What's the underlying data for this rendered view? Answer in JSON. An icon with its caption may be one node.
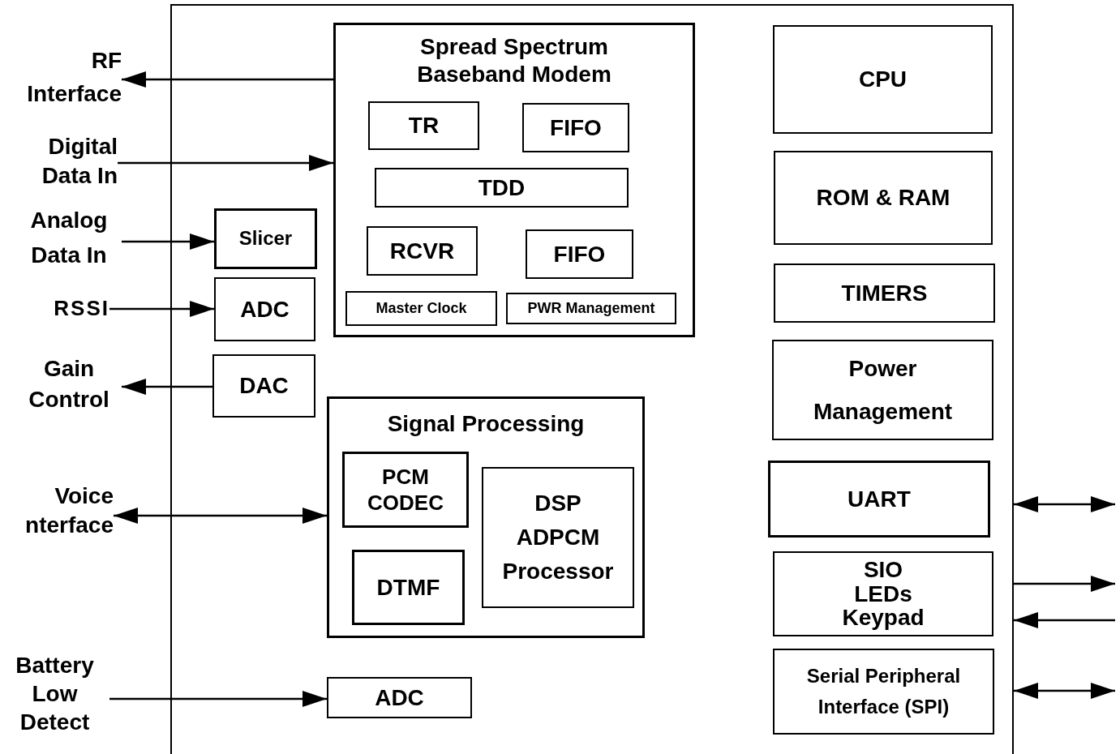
{
  "diagram": {
    "nodes": [
      {
        "text": [],
        "shape": "box"
      },
      {
        "text": [
          "RF Interface"
        ]
      },
      {
        "text": [
          "Digital Data In"
        ]
      },
      {
        "text": [
          "Analog Data In"
        ]
      },
      {
        "text": [
          "RSSI"
        ]
      },
      {
        "text": [
          "Gain Control"
        ]
      },
      {
        "text": [
          "Voice nterface"
        ]
      },
      {
        "text": [
          "Battery Low Detect"
        ]
      },
      {
        "text": [
          "Spread Spectrum Baseband Modem"
        ],
        "in": 0
      },
      {
        "text": [
          "TR"
        ],
        "in": 8
      },
      {
        "text": [
          "FIFO"
        ],
        "in": 8
      },
      {
        "text": [
          "TDD"
        ],
        "in": 8
      },
      {
        "text": [
          "RCVR"
        ],
        "in": 8
      },
      {
        "text": [
          "FIFO"
        ],
        "in": 8
      },
      {
        "text": [
          "Master Clock"
        ],
        "in": 8
      },
      {
        "text": [
          "PWR Management"
        ],
        "in": 8
      },
      {
        "text": [
          "Slicer"
        ],
        "in": 0
      },
      {
        "text": [
          "ADC"
        ],
        "in": 0
      },
      {
        "text": [
          "DAC"
        ],
        "in": 0
      },
      {
        "text": [
          "Signal Processing"
        ],
        "in": 0
      },
      {
        "text": [
          "PCM CODEC"
        ],
        "in": 19
      },
      {
        "text": [
          "DSP ADPCM Processor"
        ],
        "in": 19
      },
      {
        "text": [
          "DTMF"
        ],
        "in": 19
      },
      {
        "text": [
          "ADC"
        ],
        "in": 0
      },
      {
        "text": [
          "CPU"
        ],
        "in": 0
      },
      {
        "text": [
          "ROM & RAM"
        ],
        "in": 0
      },
      {
        "text": [
          "TIMERS"
        ],
        "in": 0
      },
      {
        "text": [
          "Power Management"
        ],
        "in": 0
      },
      {
        "text": [
          "UART"
        ],
        "in": 0
      },
      {
        "text": [
          "SIO LEDs Keypad"
        ],
        "in": 0
      },
      {
        "text": [
          "Serial Peripheral Interface (SPI)"
        ],
        "in": 0
      }
    ],
    "edges": [
      {
        "from": 8,
        "to": 1,
        "arrow": "to"
      },
      {
        "from": 2,
        "to": 8,
        "arrow": "to"
      },
      {
        "from": 3,
        "to": 16,
        "arrow": "to"
      },
      {
        "from": 4,
        "to": 17,
        "arrow": "to"
      },
      {
        "from": 18,
        "to": 5,
        "arrow": "to"
      },
      {
        "from": 6,
        "to": 19,
        "arrow": "both"
      },
      {
        "from": 7,
        "to": 23,
        "arrow": "to"
      },
      {
        "from": 0,
        "to": null,
        "arrow": "both"
      },
      {
        "from": 0,
        "to": null,
        "arrow": "to"
      },
      {
        "from": null,
        "to": 0,
        "arrow": "to"
      },
      {
        "from": 0,
        "to": null,
        "arrow": "both"
      }
    ]
  }
}
